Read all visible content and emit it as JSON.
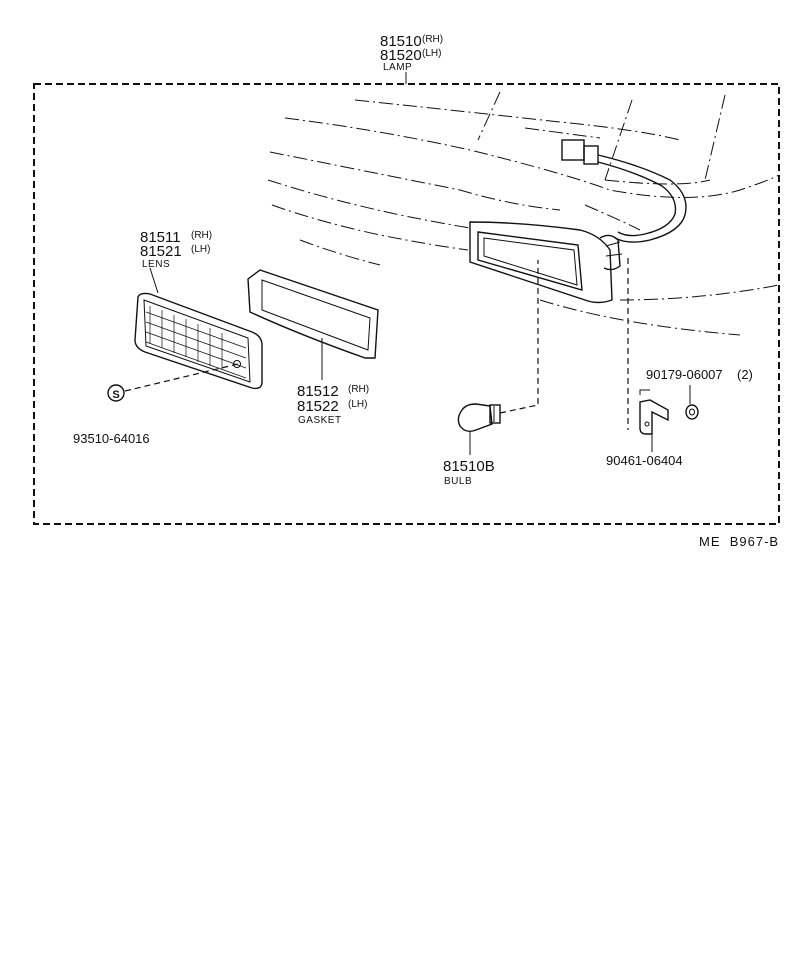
{
  "lamp": {
    "part_rh": "81510",
    "side_rh": "(RH)",
    "part_lh": "81520",
    "side_lh": "(LH)",
    "name": "LAMP"
  },
  "lens": {
    "part_rh": "81511",
    "side_rh": "(RH)",
    "part_lh": "81521",
    "side_lh": "(LH)",
    "name": "LENS"
  },
  "gasket": {
    "part_rh": "81512",
    "side_rh": "(RH)",
    "part_lh": "81522",
    "side_lh": "(LH)",
    "name": "GASKET"
  },
  "screw": {
    "symbol": "S",
    "part": "93510-64016"
  },
  "bulb": {
    "part": "81510B",
    "name": "BULB"
  },
  "grommet": {
    "part": "90179-06007",
    "qty": "(2)"
  },
  "clip": {
    "part": "90461-06404"
  },
  "reference": "ME  B967-B"
}
